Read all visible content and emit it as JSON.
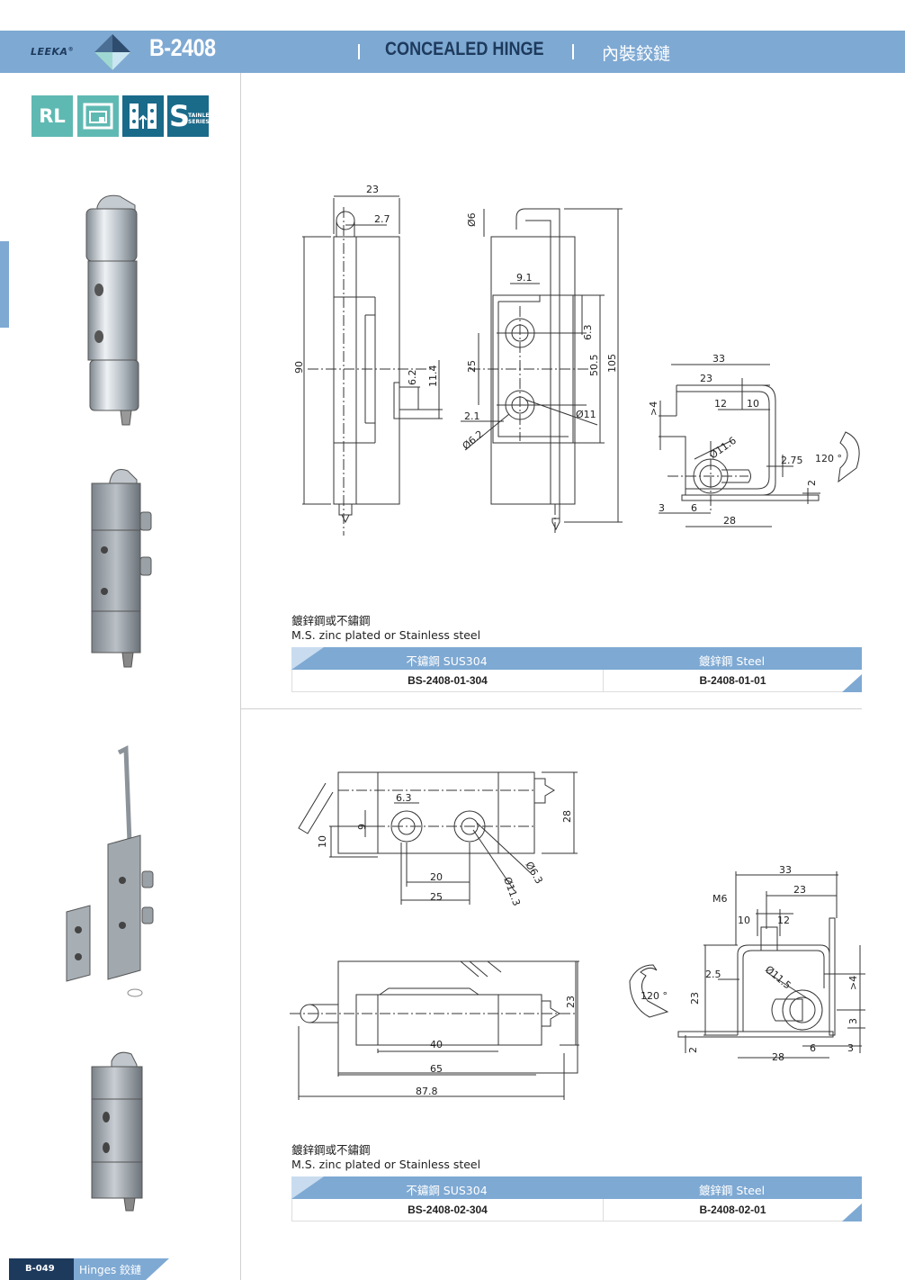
{
  "header": {
    "brand": "LEEKA",
    "brand_mark": "®",
    "model": "B-2408",
    "title_en": "CONCEALED HINGE",
    "title_zh": "內裝鉸鏈"
  },
  "badges": [
    {
      "label": "RL"
    },
    {
      "label": "",
      "icon": "panel-icon"
    },
    {
      "label": "",
      "icon": "hinge-mount-icon"
    },
    {
      "label": "S",
      "sub1": "TAINLESS",
      "sub2": "SERIES"
    }
  ],
  "section1": {
    "material_zh": "鍍鋅鋼或不鏽鋼",
    "material_en": "M.S. zinc plated or Stainless steel",
    "table": {
      "headers": [
        "不鏽鋼 SUS304",
        "鍍鋅鋼 Steel"
      ],
      "row": [
        "BS-2408-01-304",
        "B-2408-01-01"
      ]
    },
    "dims": {
      "top_width": "23",
      "pin_offset": "2.7",
      "height": "90",
      "d1": "6.2",
      "d2": "11.4",
      "pin_dia": "Ø6",
      "w91": "9.1",
      "d63": "6.3",
      "d25": "25",
      "d505": "50.5",
      "d105": "105",
      "d21": "2.1",
      "hole1": "Ø6.2",
      "hole2": "Ø11",
      "s33": "33",
      "s23": "23",
      "s12": "12",
      "s10": "10",
      "s4": ">4",
      "s116": "Ø11.6",
      "s275": "2.75",
      "s3": "3",
      "s6": "6",
      "s28": "28",
      "s2": "2",
      "angle": "120 °"
    }
  },
  "section2": {
    "material_zh": "鍍鋅鋼或不鏽鋼",
    "material_en": "M.S. zinc plated or Stainless steel",
    "table": {
      "headers": [
        "不鏽鋼 SUS304",
        "鍍鋅鋼 Steel"
      ],
      "row": [
        "BS-2408-02-304",
        "B-2408-02-01"
      ]
    },
    "dims": {
      "a63": "6.3",
      "a9": "9",
      "a10": "10",
      "a28": "28",
      "a20": "20",
      "a25": "25",
      "a113": "Ø11.3",
      "a63b": "Ø6.3",
      "b23": "23",
      "b40": "40",
      "b65": "65",
      "b878": "87.8",
      "c33": "33",
      "c23": "23",
      "cM6": "M6",
      "c10": "10",
      "c12": "12",
      "c25": "2.5",
      "c23b": "23",
      "c115": "Ø11.5",
      "c4": ">4",
      "c3": "3",
      "c2": "2",
      "c28": "28",
      "c6": "6",
      "c3b": "3",
      "angle": "120 °"
    }
  },
  "footer": {
    "page": "B-049",
    "category": "Hinges 鉸鏈"
  }
}
